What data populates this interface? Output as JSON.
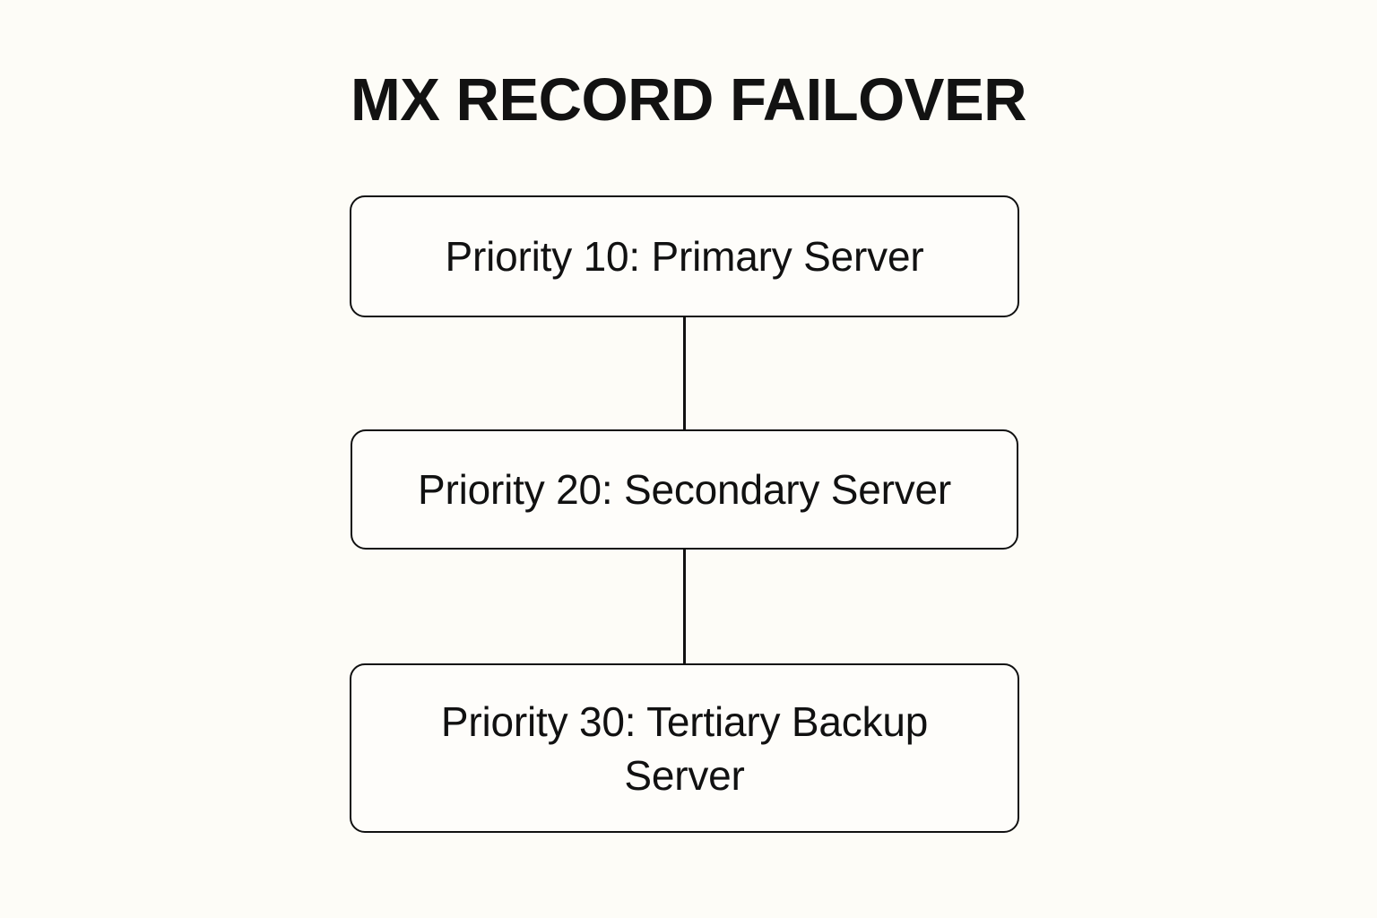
{
  "diagram": {
    "title": "MX RECORD FAILOVER",
    "type": "vertical-flowchart",
    "background_color": "#fdfcf7",
    "node_border_color": "#111111",
    "text_color": "#111111",
    "nodes": [
      {
        "id": "primary",
        "label": "Priority 10: Primary Server",
        "priority": 10,
        "role": "Primary Server"
      },
      {
        "id": "secondary",
        "label": "Priority 20: Secondary Server",
        "priority": 20,
        "role": "Secondary Server"
      },
      {
        "id": "tertiary",
        "label": "Priority 30: Tertiary Backup Server",
        "priority": 30,
        "role": "Tertiary Backup Server"
      }
    ],
    "connectors": [
      {
        "id": "connector-1",
        "from": "primary",
        "to": "secondary"
      },
      {
        "id": "connector-2",
        "from": "secondary",
        "to": "tertiary"
      }
    ]
  }
}
